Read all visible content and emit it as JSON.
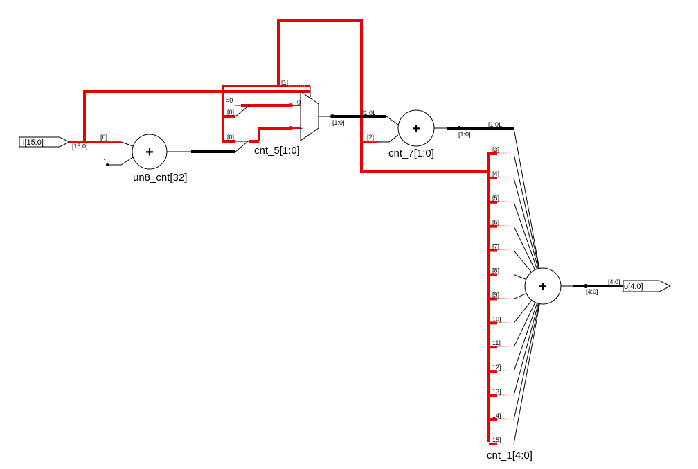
{
  "ports": {
    "input": {
      "label": "i[15:0]"
    },
    "output": {
      "label": "o[4:0]"
    }
  },
  "cells": {
    "un8_cnt": {
      "name": "un8_cnt[32]",
      "symbol": "+"
    },
    "cnt_5": {
      "name": "cnt_5[1:0]"
    },
    "cnt_7": {
      "name": "cnt_7[1:0]",
      "symbol": "+"
    },
    "cnt_1": {
      "name": "cnt_1[4:0]",
      "symbol": "+"
    }
  },
  "labels": {
    "in_bus": "[15:0]",
    "in_bit0": "[0]",
    "const_one": "1",
    "mux_sel": "[1]",
    "mux_eq0": "=0",
    "mux_in0_bit": "[0]",
    "mux_in1_bit": "[0]",
    "mux_pin0": "0",
    "mux_pin1": "1",
    "mux_out_bus": "[1:0]",
    "cnt7_in_a": "[1:0]",
    "cnt7_in_b": "[2]",
    "cnt7_out_a": "[1:0]",
    "cnt7_out_b": "[1:0]",
    "out_bus_a": "[4:0]",
    "out_bus_b": "[4:0]"
  },
  "bit_taps": [
    "[3]",
    "[4]",
    "[5]",
    "[6]",
    "[7]",
    "[8]",
    "[9]",
    "10]",
    "11]",
    "12]",
    "13]",
    "14]",
    "15]"
  ],
  "colors": {
    "selected_net": "#ee0000",
    "net": "#000000",
    "background": "#ffffff"
  }
}
